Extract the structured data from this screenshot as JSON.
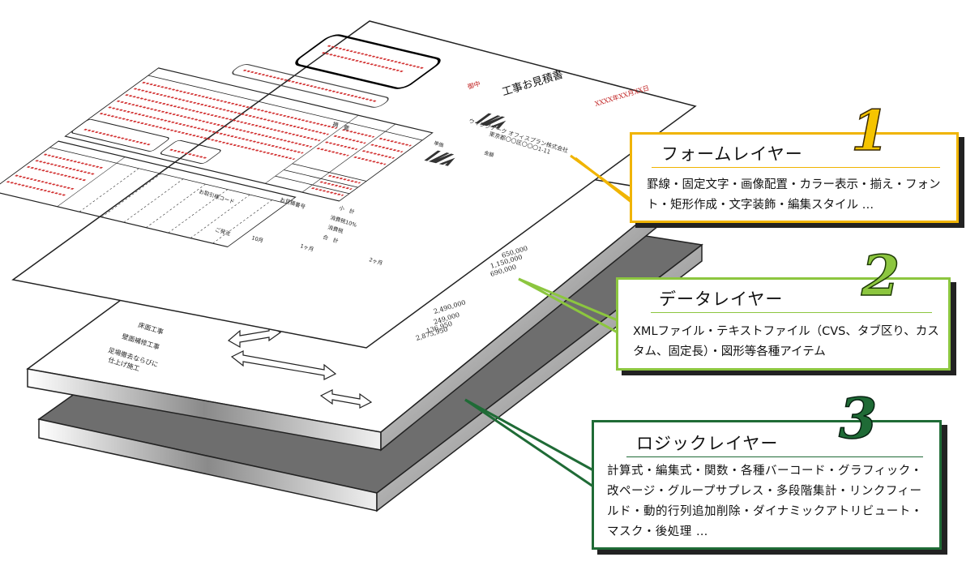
{
  "document": {
    "title": "工事お見積書",
    "date": "XXXX年XX月XX日",
    "customer_code_label": "お取引様コード",
    "estimate_no_label": "お見積番号",
    "company_name": "ウイングアーク オフィスプラン株式会社",
    "company_address": "東京都〇〇区〇〇〇1-11",
    "honorific": "御中",
    "col_summary": "摘　要",
    "col_unit_price": "単価",
    "col_amount": "金額",
    "subtotal_label": "小　計",
    "tax_label": "消費税10%",
    "tax_amount_label": "消費税",
    "total_label": "合　計",
    "schedule_label": "ご発注",
    "month1_label": "10月",
    "month2_label": "1ヶ月",
    "month3_label": "2ヶ月",
    "placeholder_x": "XXXXXXXXXXXXXXXXXXXXXXXXX"
  },
  "data_layer": {
    "amounts": [
      "650,000",
      "1,150,000",
      "690,000"
    ],
    "totals": [
      "2,490,000",
      "249,000",
      "136,950",
      "2,875,950"
    ],
    "items": [
      "床面工事",
      "壁面補修工事",
      "足場撤去ならびに",
      "仕上げ施工"
    ]
  },
  "callouts": [
    {
      "number": "1",
      "title": "フォームレイヤー",
      "description": "罫線・固定文字・画像配置・カラー表示・揃え・フォント・矩形作成・文字装飾・編集スタイル …",
      "color": "#f0b400"
    },
    {
      "number": "2",
      "title": "データレイヤー",
      "description": "XMLファイル・テキストファイル（CVS、タブ区り、カスタム、固定長）・図形等各種アイテム",
      "color": "#8cc63f"
    },
    {
      "number": "3",
      "title": "ロジックレイヤー",
      "description": "計算式・編集式・関数・各種バーコード・グラフィック・改ページ・グループサプレス・多段階集計・リンクフィールド・動的行列追加削除・ダイナミックアトリビュート・マスク・後処理 …",
      "color": "#1f6b36"
    }
  ]
}
